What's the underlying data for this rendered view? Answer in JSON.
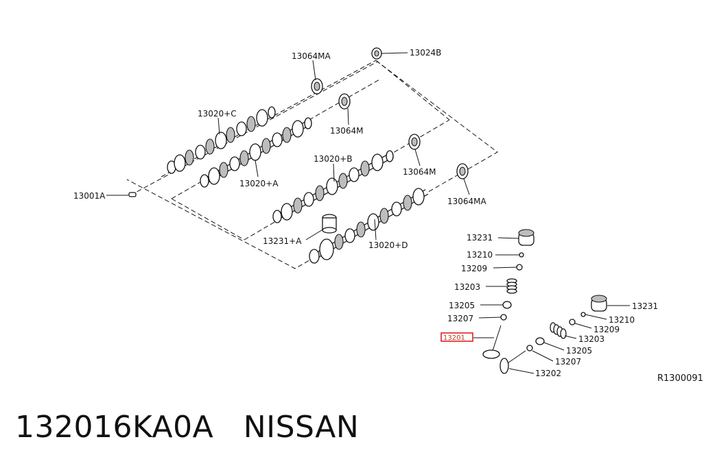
{
  "diagram": {
    "part_numbers": {
      "p13064MA_top": "13064MA",
      "p13024B": "13024B",
      "p13020C": "13020+C",
      "p13064M_1": "13064M",
      "p13001A": "13001A",
      "p13020A": "13020+A",
      "p13020B": "13020+B",
      "p13064M_2": "13064M",
      "p13064MA_right": "13064MA",
      "p13231A": "13231+A",
      "p13020D": "13020+D",
      "v1_13231": "13231",
      "v1_13210": "13210",
      "v1_13209": "13209",
      "v1_13203": "13203",
      "v1_13205": "13205",
      "v1_13207": "13207",
      "v1_13201": "13201",
      "v2_13231": "13231",
      "v2_13210": "13210",
      "v2_13209": "13209",
      "v2_13203": "13203",
      "v2_13205": "13205",
      "v2_13207": "13207",
      "v2_13202": "13202"
    },
    "highlighted_part": "13201",
    "highlight_color": "#e02020",
    "reference_code": "R1300091"
  },
  "caption": {
    "part_number": "132016KA0A",
    "brand": "NISSAN"
  }
}
